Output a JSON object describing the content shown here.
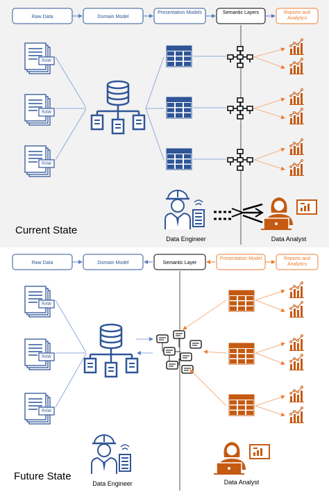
{
  "current": {
    "title": "Current State",
    "headers": [
      "Raw Data",
      "Domain Model",
      "Presentation Models",
      "Semantic Layers",
      "Reports and Analytics"
    ],
    "raw_badge": "RAW",
    "engineer_label": "Data Engineer",
    "analyst_label": "Data Analyst"
  },
  "future": {
    "title": "Future State",
    "headers": [
      "Raw Data",
      "Domain Model",
      "Semantic Layer",
      "Presentation Model",
      "Reports and Analytics"
    ],
    "raw_badge": "RAW",
    "engineer_label": "Data Engineer",
    "analyst_label": "Data Analyst"
  },
  "colors": {
    "blue": "#2f5597",
    "light_blue_line": "#8faadc",
    "orange": "#c55a11",
    "light_orange_line": "#f4b183",
    "black": "#000000",
    "top_panel_bg": "#f2f2f2"
  }
}
